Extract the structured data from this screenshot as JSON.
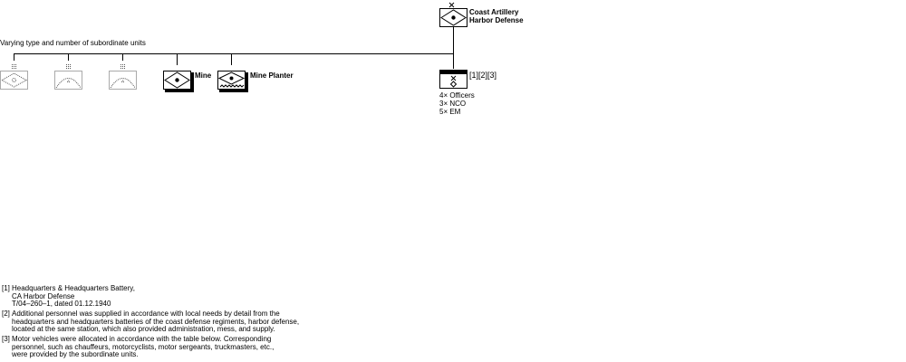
{
  "top_unit": {
    "title_line1": "Coast Artillery",
    "title_line2": "Harbor Defense"
  },
  "subordinates_caption": "Varying type and number of subordinate units",
  "units": [
    {
      "label": "",
      "symbol": "coast-artillery-dotted-icon"
    },
    {
      "label": "",
      "symbol": "antiaircraft-dotted-icon"
    },
    {
      "label": "",
      "symbol": "antiaircraft-dotted-icon"
    },
    {
      "label": "Mine",
      "symbol": "mine-battery-icon"
    },
    {
      "label": "Mine Planter",
      "symbol": "mine-planter-icon"
    }
  ],
  "hq_battery": {
    "refs": "[1][2][3]",
    "personnel": [
      "4× Officers",
      "3× NCO",
      "5× EM"
    ]
  },
  "notes": [
    {
      "num": "[1]",
      "first": "Headquarters & Headquarters Battery,",
      "rest": [
        "CA Harbor Defense",
        "T/04–260–1, dated 01.12.1940"
      ]
    },
    {
      "num": "[2]",
      "first": "Additional personnel was supplied in accordance with local needs by detail from the",
      "rest": [
        "headquarters and headquarters batteries of the coast defense regiments, harbor defense,",
        "located at the same station, which also provided administration, mess, and supply."
      ]
    },
    {
      "num": "[3]",
      "first": "Motor vehicles were allocated in accordance with the table below. Corresponding",
      "rest": [
        "personnel, such as chauffeurs, motorcyclists, motor sergeants, truckmasters, etc.,",
        "were provided by the subordinate units."
      ]
    }
  ],
  "colors": {
    "line": "#000000",
    "dotted": "#555555"
  }
}
